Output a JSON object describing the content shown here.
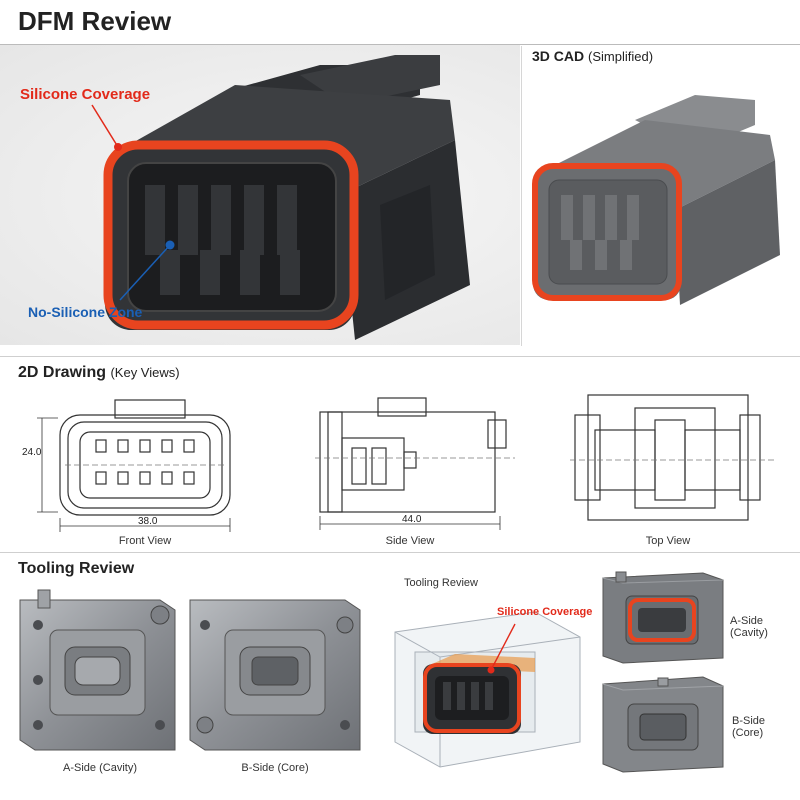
{
  "header": {
    "title": "DFM Review"
  },
  "photo": {
    "callout_silicone": "Silicone Coverage",
    "callout_no_silicone": "No-Silicone Zone",
    "accent_seal": "#e8441f",
    "body_color": "#3a3c3f"
  },
  "cad": {
    "title": "3D CAD",
    "subtitle": "(Simplified)"
  },
  "drawing": {
    "title": "2D Drawing",
    "subtitle": "(Key Views)",
    "views": [
      {
        "caption": "Front View",
        "width_dim": "38.0",
        "height_dim": "24.0"
      },
      {
        "caption": "Side View",
        "width_dim": "44.0"
      },
      {
        "caption": "Top View"
      }
    ]
  },
  "tooling": {
    "title": "Tooling Review",
    "molds": [
      {
        "caption": "A-Side (Cavity)"
      },
      {
        "caption": "B-Side (Core)"
      }
    ],
    "render": {
      "title": "Tooling Review",
      "callout": "Silicone Coverage"
    },
    "small": [
      {
        "label_1": "A-Side",
        "label_2": "(Cavity)"
      },
      {
        "label_1": "B-Side",
        "label_2": "(Core)"
      }
    ]
  }
}
